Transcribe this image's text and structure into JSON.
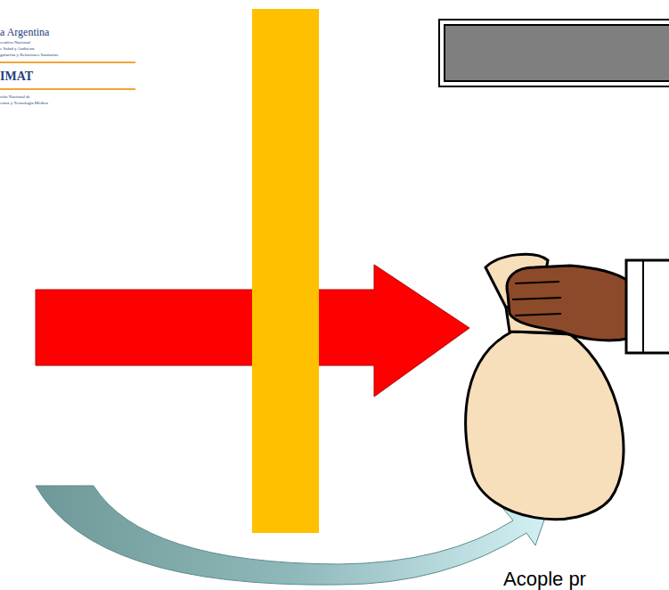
{
  "diagram": {
    "labels": [
      "a Argentina",
      "ecutivo Nacional",
      "e Salud y Ambiente",
      "gulación y Relaciones Sanitarias",
      "IMAT",
      "ción Nacional de",
      "entos y Tecnología Médica",
      "Acople pr"
    ]
  }
}
